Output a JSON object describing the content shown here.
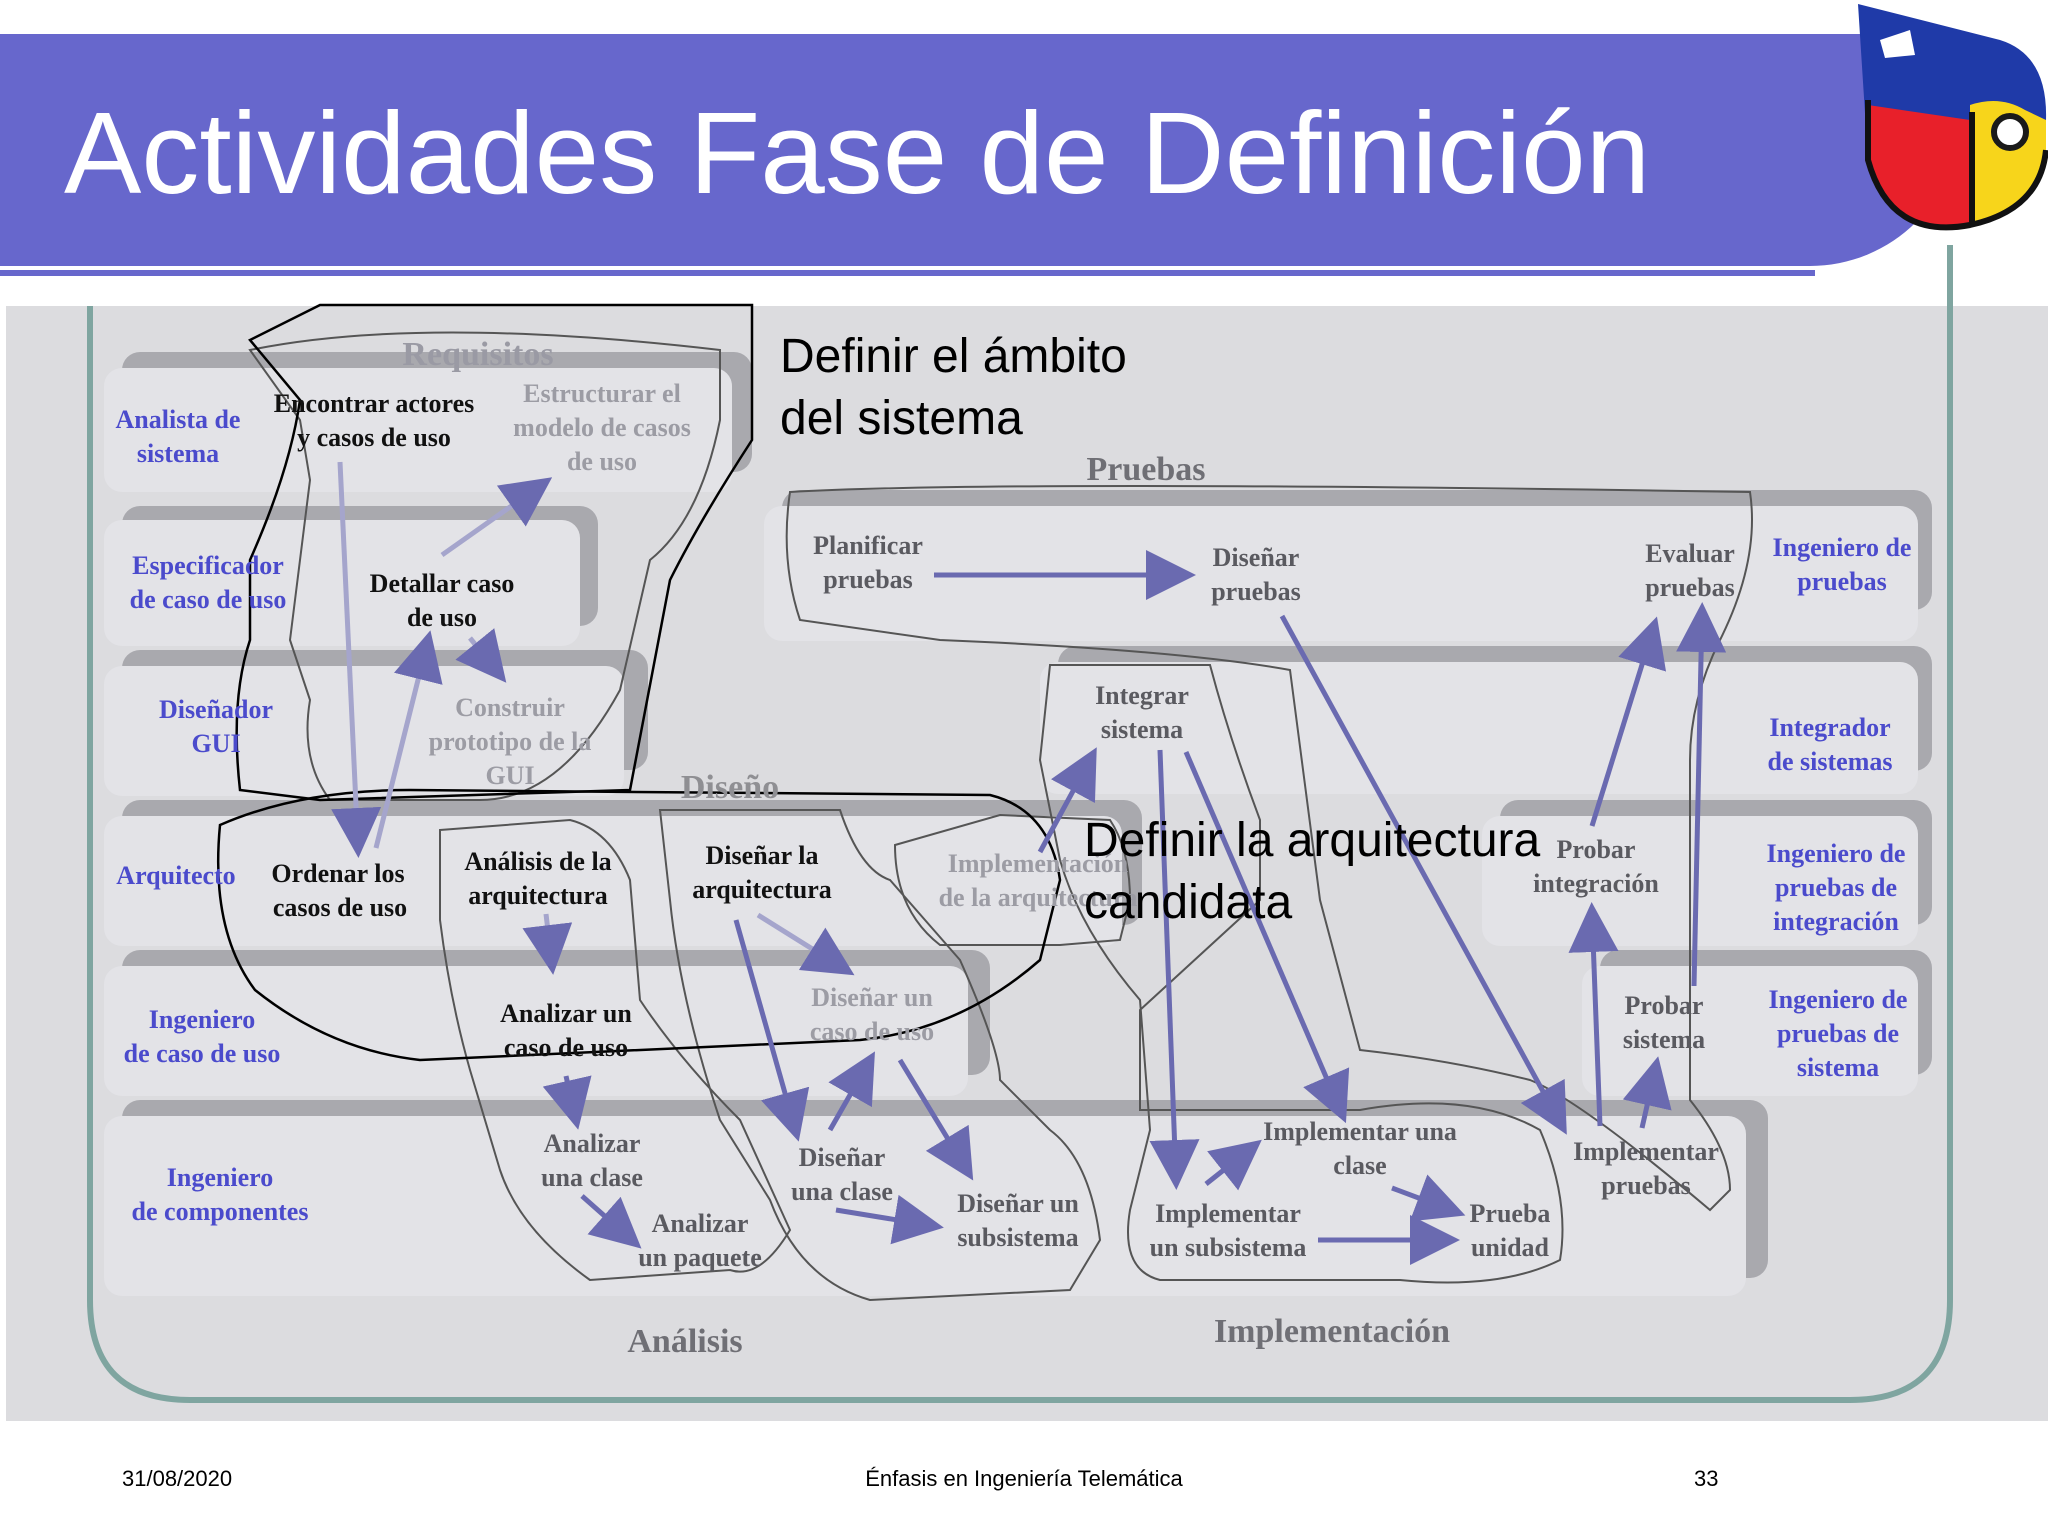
{
  "slide": {
    "title": "Actividades Fase de Definición",
    "footer": {
      "date": "31/08/2020",
      "course": "Énfasis en Ingeniería Telemática",
      "page": "33"
    }
  },
  "colors": {
    "title_bar": "#6767cc",
    "role_text": "#4b4bcc",
    "arrow": "#6a6ab0",
    "frame": "#7fa5a0"
  },
  "callouts": {
    "scope": [
      "Definir el ámbito",
      "del sistema"
    ],
    "architecture": [
      "Definir la arquitectura",
      "candidata"
    ]
  },
  "workflows": {
    "requisitos": "Requisitos",
    "pruebas": "Pruebas",
    "diseno": "Diseño",
    "analisis": "Análisis",
    "implementacion": "Implementación"
  },
  "roles": {
    "analista": [
      "Analista de",
      "sistema"
    ],
    "especificador": [
      "Especificador",
      "de caso de uso"
    ],
    "disenador_gui": [
      "Diseñador",
      "GUI"
    ],
    "arquitecto": [
      "Arquitecto"
    ],
    "ing_caso_uso": [
      "Ingeniero",
      "de caso de uso"
    ],
    "ing_componentes": [
      "Ingeniero",
      "de componentes"
    ],
    "ing_pruebas": [
      "Ingeniero de",
      "pruebas"
    ],
    "integrador": [
      "Integrador",
      "de sistemas"
    ],
    "ing_pruebas_integracion": [
      "Ingeniero de",
      "pruebas de",
      "integración"
    ],
    "ing_pruebas_sistema": [
      "Ingeniero de",
      "pruebas de",
      "sistema"
    ]
  },
  "activities": {
    "encontrar": [
      "Encontrar actores",
      "y casos de uso"
    ],
    "estructurar": [
      "Estructurar el",
      "modelo de casos",
      "de uso"
    ],
    "detallar": [
      "Detallar caso",
      "de uso"
    ],
    "construir_gui": [
      "Construir",
      "prototipo de la",
      "GUI"
    ],
    "ordenar": [
      "Ordenar los",
      "casos de uso"
    ],
    "analisis_arq": [
      "Análisis de la",
      "arquitectura"
    ],
    "disenar_arq": [
      "Diseñar la",
      "arquitectura"
    ],
    "impl_arq": [
      "Implementación",
      "de la arquitectura"
    ],
    "analizar_caso": [
      "Analizar un",
      "caso de  uso"
    ],
    "disenar_caso": [
      "Diseñar un",
      "caso de uso"
    ],
    "analizar_clase": [
      "Analizar",
      "una clase"
    ],
    "analizar_paquete": [
      "Analizar",
      "un paquete"
    ],
    "disenar_clase": [
      "Diseñar",
      "una clase"
    ],
    "disenar_subsistema": [
      "Diseñar un",
      "subsistema"
    ],
    "planificar": [
      "Planificar",
      "pruebas"
    ],
    "disenar_pruebas": [
      "Diseñar",
      "pruebas"
    ],
    "evaluar": [
      "Evaluar",
      "pruebas"
    ],
    "integrar": [
      "Integrar",
      "sistema"
    ],
    "probar_integracion": [
      "Probar",
      "integración"
    ],
    "probar_sistema": [
      "Probar",
      "sistema"
    ],
    "implementar_clase": [
      "Implementar  una",
      "clase"
    ],
    "implementar_subsistema": [
      "Implementar",
      "un subsistema"
    ],
    "prueba_unidad": [
      "Prueba",
      "unidad"
    ],
    "implementar_pruebas": [
      "Implementar",
      "pruebas"
    ]
  }
}
